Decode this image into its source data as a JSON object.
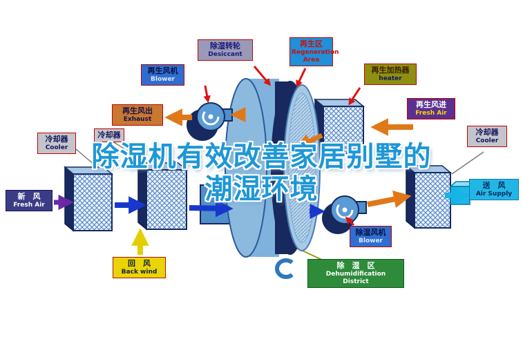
{
  "title": {
    "line1": "除湿机有效改善家居别墅的",
    "line2": "潮湿环境"
  },
  "labels": {
    "regen_blower": {
      "zh": "再生风机",
      "en": "Blower"
    },
    "desiccant": {
      "zh": "除湿转轮",
      "en": "Desiccant"
    },
    "regen_area": {
      "zh": "再生区",
      "en": "Regeneration Area"
    },
    "regen_heater": {
      "zh": "再生加热器",
      "en": "heater"
    },
    "exhaust": {
      "zh": "再生风出",
      "en": "Exhaust"
    },
    "regen_fresh_air": {
      "zh": "再生风进",
      "en": "Fresh Air"
    },
    "cooler_left": {
      "zh": "冷却器",
      "en": "Cooler"
    },
    "cooler_left_2": {
      "zh": "冷却器",
      "en": ""
    },
    "cooler_right": {
      "zh": "冷却器",
      "en": "Cooler"
    },
    "fresh_air_in": {
      "zh": "新　风",
      "en": "Fresh Air"
    },
    "air_supply": {
      "zh": "送　风",
      "en": "Air Supply"
    },
    "back_wind": {
      "zh": "回　风",
      "en": "Back wind"
    },
    "dehum_blower": {
      "zh": "除湿风机",
      "en": "Blower"
    },
    "dehum_district": {
      "zh": "除　湿　区",
      "en_line1": "Dehumidification",
      "en_line2": "District"
    }
  },
  "colors": {
    "title_blue": "#1d97d6",
    "hot_air_orange": "#e07818",
    "process_air_blue": "#1838cc",
    "fresh_air_purple": "#6a28a8",
    "supply_air_cyan": "#14b4e4",
    "return_air_yellow": "#e3cf00",
    "callout_red": "#e01212"
  }
}
